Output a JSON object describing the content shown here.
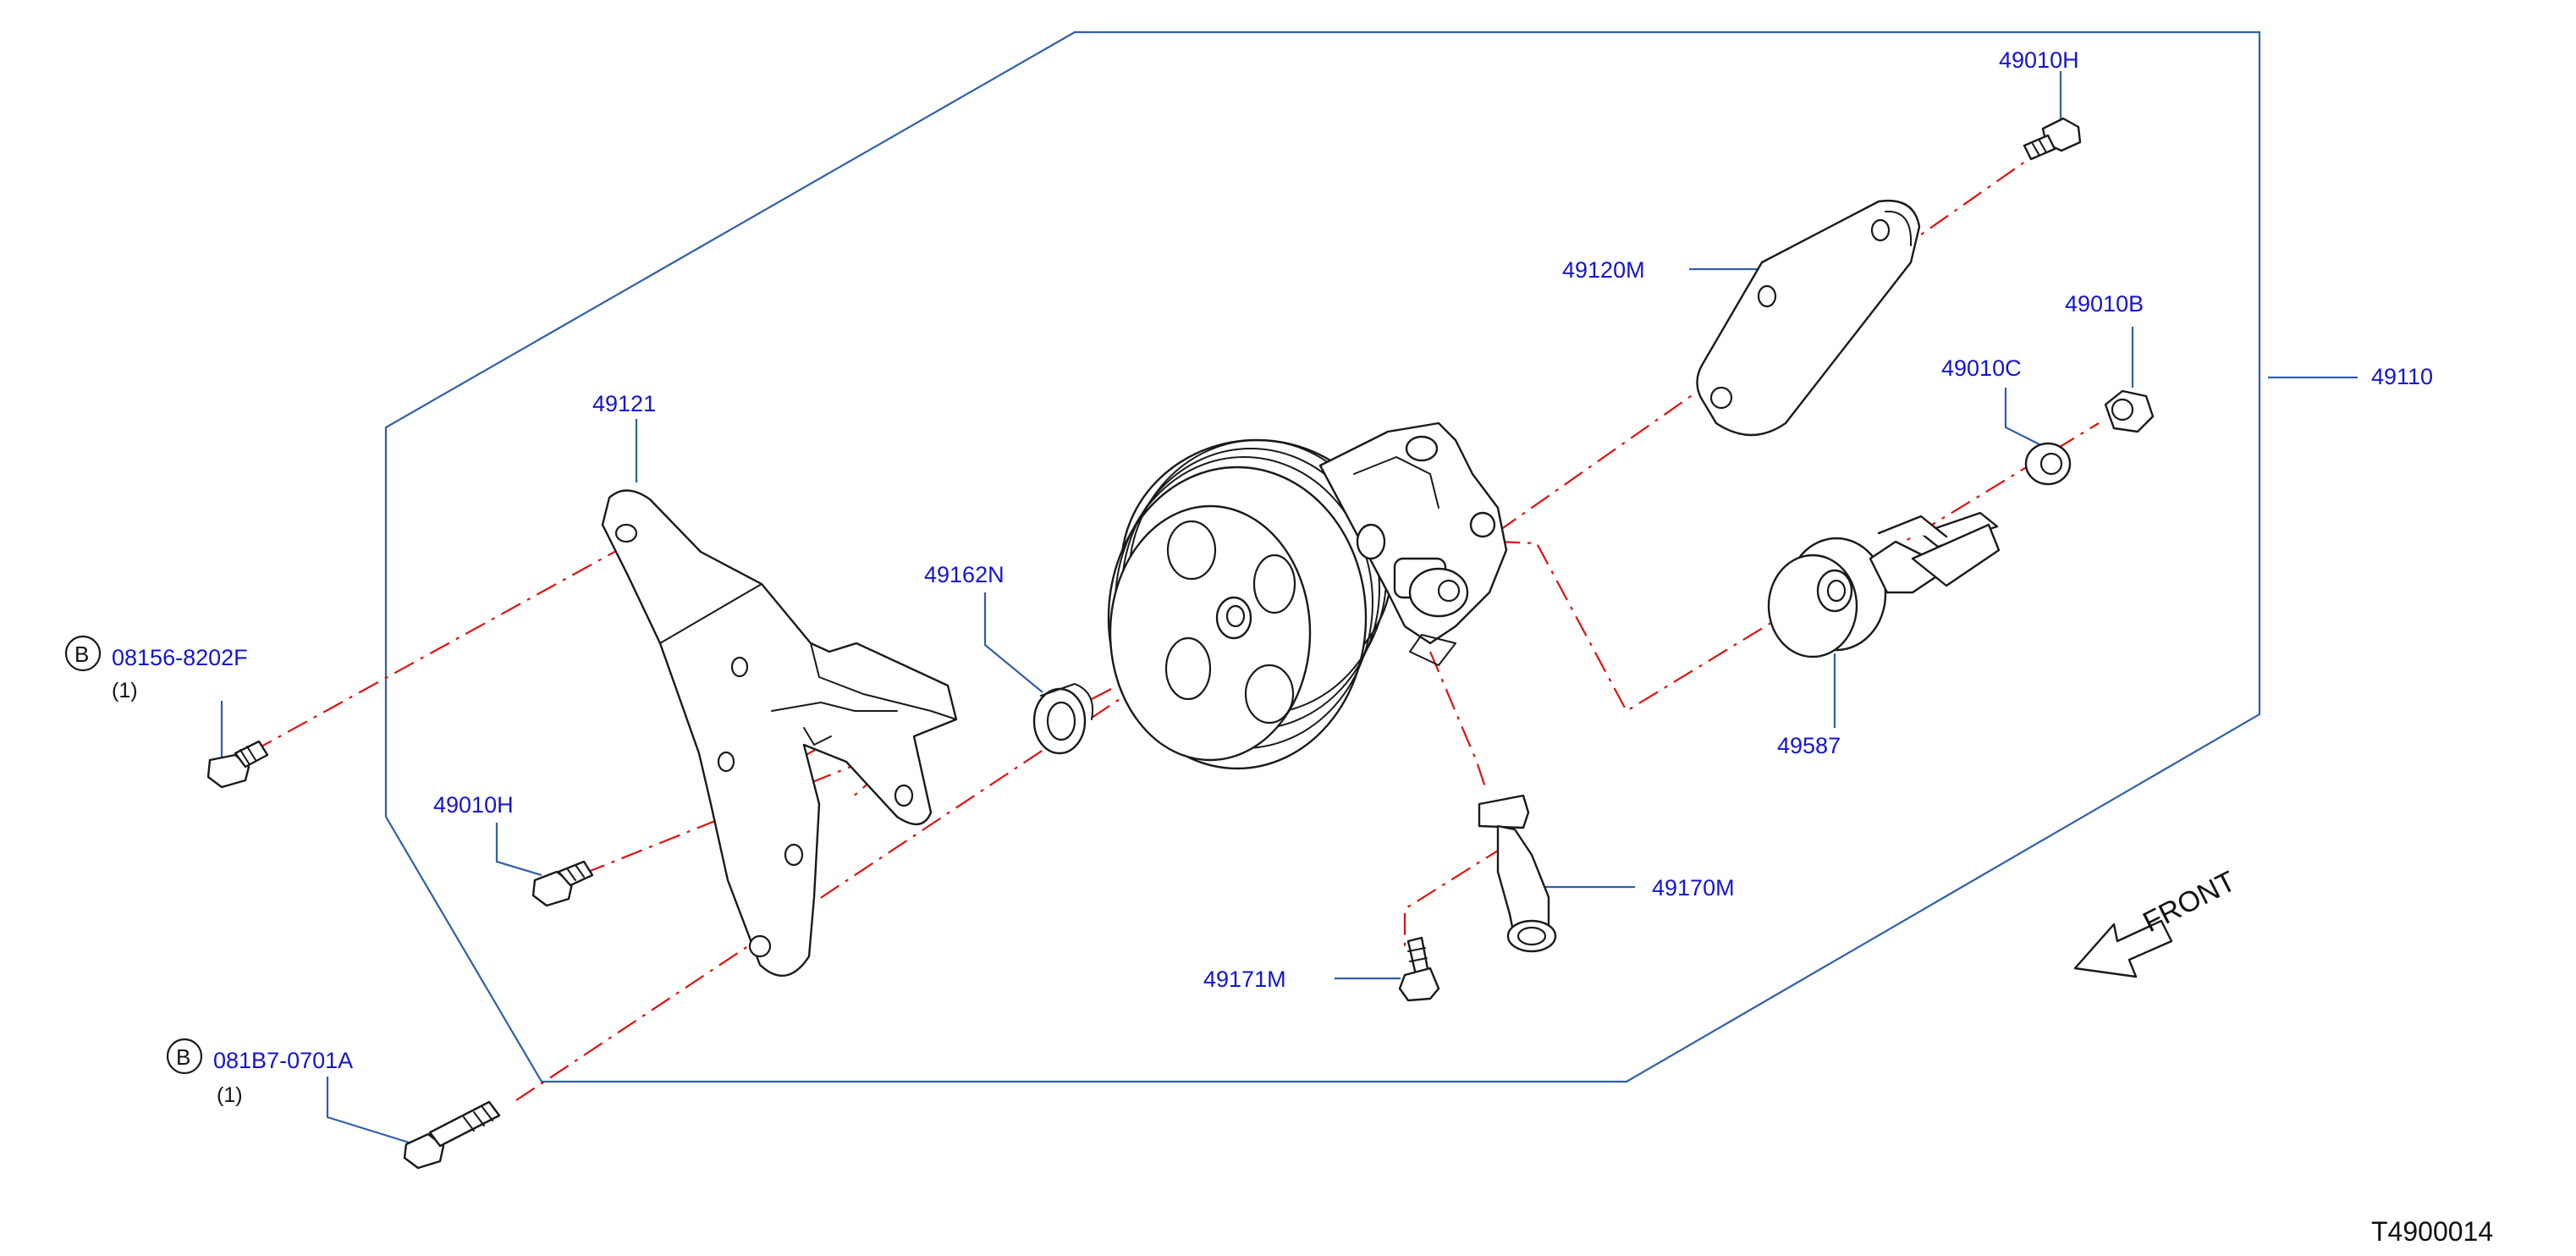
{
  "diagram_id": "T4900014",
  "front_label": "FRONT",
  "assembly": {
    "part_no": "49110"
  },
  "parts": {
    "p49010H_top": "49010H",
    "p49120M": "49120M",
    "p49010B": "49010B",
    "p49010C": "49010C",
    "p49121": "49121",
    "p49162N": "49162N",
    "p49587": "49587",
    "p49010H_left": "49010H",
    "p49170M": "49170M",
    "p49171M": "49171M"
  },
  "bolts": [
    {
      "part_no": "08156-8202F",
      "marker": "B",
      "qty": "(1)"
    },
    {
      "part_no": "081B7-0701A",
      "marker": "B",
      "qty": "(1)"
    }
  ],
  "colors": {
    "label": "#1414d2",
    "leader": "#2f5fa8",
    "centerline": "#e01010",
    "linework": "#1a1a1a"
  }
}
